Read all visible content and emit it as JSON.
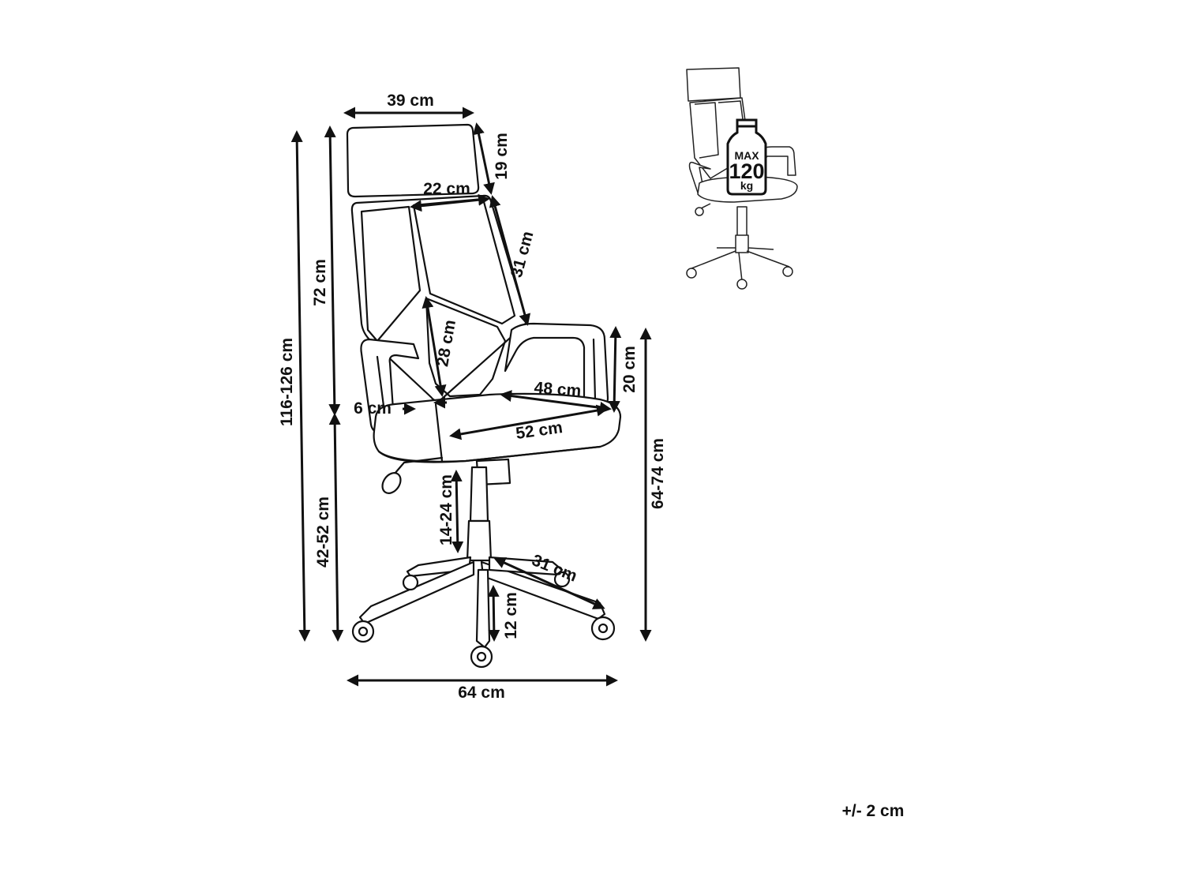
{
  "dimensions": {
    "headrest_width": "39 cm",
    "headrest_height": "19 cm",
    "backrest_top_width": "22 cm",
    "backrest_upper_height": "31 cm",
    "lumbar_height": "28 cm",
    "total_height": "116-126 cm",
    "backrest_height": "72 cm",
    "seat_height": "42-52 cm",
    "armrest_height_above_seat": "20 cm",
    "armrest_height": "64-74 cm",
    "seat_depth": "48 cm",
    "seat_width": "52 cm",
    "seat_thickness": "6 cm",
    "gas_lift_range": "14-24 cm",
    "base_leg_length": "31 cm",
    "base_height": "12 cm",
    "base_diameter": "64 cm"
  },
  "tolerance": "+/- 2 cm",
  "weight_badge": {
    "line1": "MAX",
    "line2": "120",
    "line3": "kg"
  }
}
